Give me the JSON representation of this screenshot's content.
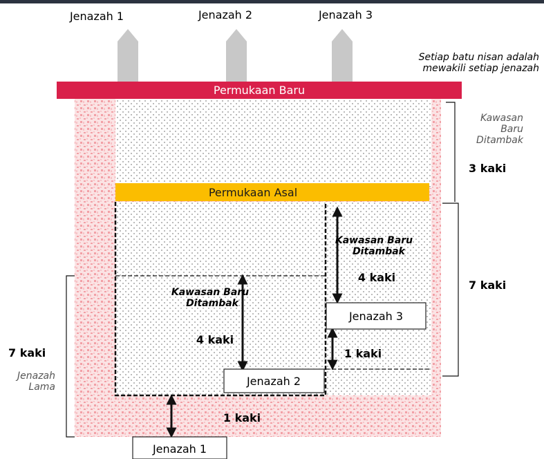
{
  "headstones": {
    "label_1": "Jenazah 1",
    "label_2": "Jenazah 2",
    "label_3": "Jenazah 3",
    "note_line1": "Setiap batu nisan adalah",
    "note_line2": "mewakili setiap jenazah"
  },
  "surfaces": {
    "new_surface": "Permukaan Baru",
    "original_surface": "Permukaan Asal"
  },
  "right_side": {
    "added_area_line1": "Kawasan",
    "added_area_line2": "Baru",
    "added_area_line3": "Ditambak",
    "top_depth": "3 kaki",
    "lower_depth": "7 kaki"
  },
  "left_side": {
    "depth": "7 kaki",
    "old_body_line1": "Jenazah",
    "old_body_line2": "Lama"
  },
  "inner_labels": {
    "fill_a_line1": "Kawasan Baru",
    "fill_a_line2": "Ditambak",
    "fill_a_depth": "4 kaki",
    "fill_b_line1": "Kawasan Baru",
    "fill_b_line2": "Ditambak",
    "fill_b_depth": "4 kaki",
    "gap_3": "1 kaki",
    "gap_1": "1 kaki"
  },
  "bodies": {
    "body_1": "Jenazah 1",
    "body_2": "Jenazah 2",
    "body_3": "Jenazah 3"
  },
  "colors": {
    "new_surface": "#d9204a",
    "original_surface": "#fbbd00",
    "soil_speckle": "#f2a0a6",
    "headstone": "#c8c8c8"
  }
}
